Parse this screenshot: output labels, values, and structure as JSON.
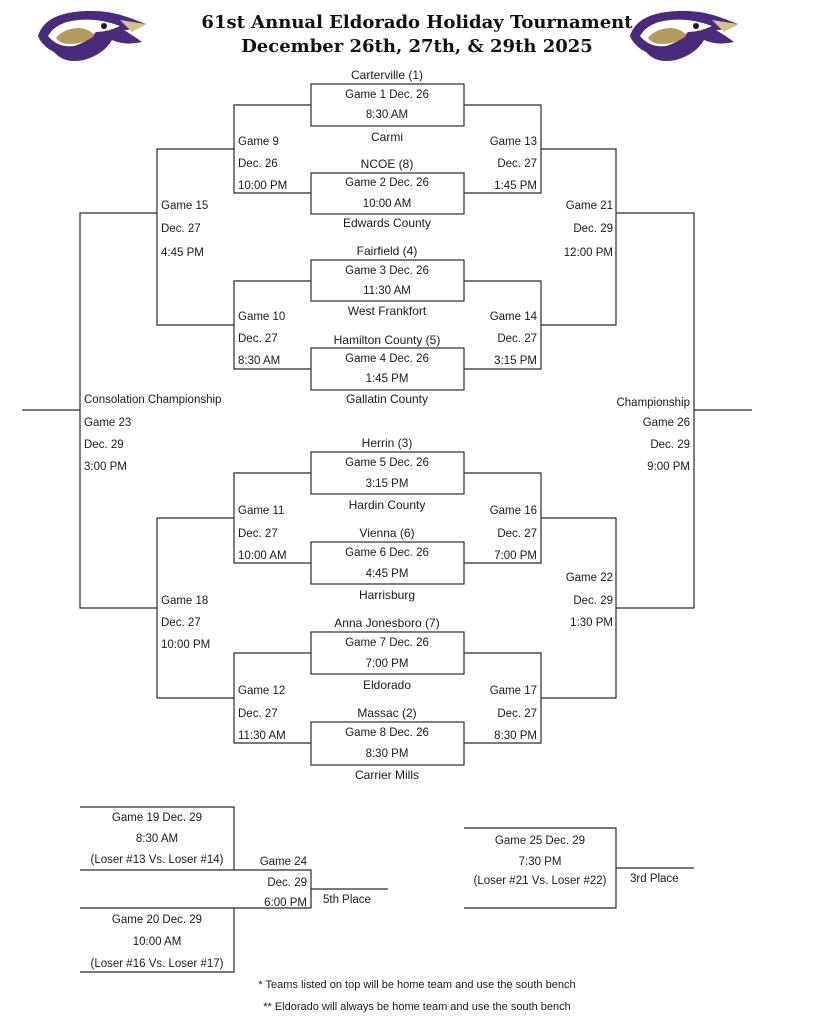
{
  "header": {
    "line1": "61st Annual Eldorado Holiday Tournament",
    "line2": "December 26th, 27th, & 29th 2025"
  },
  "logo": {
    "icon": "eagle-head-icon",
    "primary": "#4b2a7b",
    "secondary": "#b59a60"
  },
  "first_round": [
    {
      "top_team": "Carterville (1)",
      "game": "Game 1  Dec. 26",
      "time": "8:30 AM",
      "bottom_team": "Carmi"
    },
    {
      "top_team": "NCOE (8)",
      "game": "Game 2 Dec. 26",
      "time": "10:00 AM",
      "bottom_team": "Edwards County"
    },
    {
      "top_team": "Fairfield (4)",
      "game": "Game 3  Dec. 26",
      "time": "11:30 AM",
      "bottom_team": "West Frankfort"
    },
    {
      "top_team": "Hamilton County (5)",
      "game": "Game 4  Dec. 26",
      "time": "1:45 PM",
      "bottom_team": "Gallatin County"
    },
    {
      "top_team": "Herrin (3)",
      "game": "Game 5 Dec. 26",
      "time": "3:15 PM",
      "bottom_team": "Hardin County"
    },
    {
      "top_team": "Vienna (6)",
      "game": "Game 6  Dec. 26",
      "time": "4:45 PM",
      "bottom_team": "Harrisburg"
    },
    {
      "top_team": "Anna Jonesboro (7)",
      "game": "Game 7  Dec. 26",
      "time": "7:00 PM",
      "bottom_team": "Eldorado"
    },
    {
      "top_team": "Massac (2)",
      "game": "Game 8  Dec. 26",
      "time": "8:30 PM",
      "bottom_team": "Carrier Mills"
    }
  ],
  "consolation_quarter": [
    {
      "game": "Game 9",
      "date": "Dec. 26",
      "time": "10:00 PM"
    },
    {
      "game": "Game 10",
      "date": "Dec. 27",
      "time": "8:30 AM"
    },
    {
      "game": "Game 11",
      "date": "Dec. 27",
      "time": "10:00 AM"
    },
    {
      "game": "Game 12",
      "date": "Dec. 27",
      "time": "11:30 AM"
    }
  ],
  "winners_quarter": [
    {
      "game": "Game 13",
      "date": "Dec. 27",
      "time": "1:45 PM"
    },
    {
      "game": "Game 14",
      "date": "Dec. 27",
      "time": "3:15 PM"
    },
    {
      "game": "Game 16",
      "date": "Dec. 27",
      "time": "7:00 PM"
    },
    {
      "game": "Game 17",
      "date": "Dec. 27",
      "time": "8:30 PM"
    }
  ],
  "consolation_semi": [
    {
      "game": "Game 15",
      "date": "Dec. 27",
      "time": "4:45 PM"
    },
    {
      "game": "Game 18",
      "date": "Dec. 27",
      "time": "10:00 PM"
    }
  ],
  "winners_semi": [
    {
      "game": "Game 21",
      "date": "Dec. 29",
      "time": "12:00 PM"
    },
    {
      "game": "Game 22",
      "date": "Dec. 29",
      "time": "1:30 PM"
    }
  ],
  "consolation_final": {
    "label": "Consolation Championship",
    "game": "Game 23",
    "date": "Dec. 29",
    "time": "3:00 PM"
  },
  "championship": {
    "label": "Championship",
    "game": "Game 26",
    "date": "Dec. 29",
    "time": "9:00 PM"
  },
  "fifth_place": {
    "game19": {
      "game": "Game 19  Dec. 29",
      "time": "8:30 AM",
      "matchup": "(Loser #13 Vs. Loser #14)"
    },
    "game20": {
      "game": "Game 20  Dec. 29",
      "time": "10:00 AM",
      "matchup": "(Loser #16 Vs. Loser #17)"
    },
    "game24": {
      "game": "Game 24",
      "date": "Dec. 29",
      "time": "6:00 PM"
    },
    "label": "5th Place"
  },
  "third_place": {
    "game25": {
      "game": "Game 25  Dec. 29",
      "time": "7:30 PM",
      "matchup": "(Loser #21 Vs. Loser #22)"
    },
    "label": "3rd Place"
  },
  "footnotes": [
    "* Teams listed on top will be home team and use the south bench",
    "** Eldorado will always be home team and use the south bench"
  ]
}
